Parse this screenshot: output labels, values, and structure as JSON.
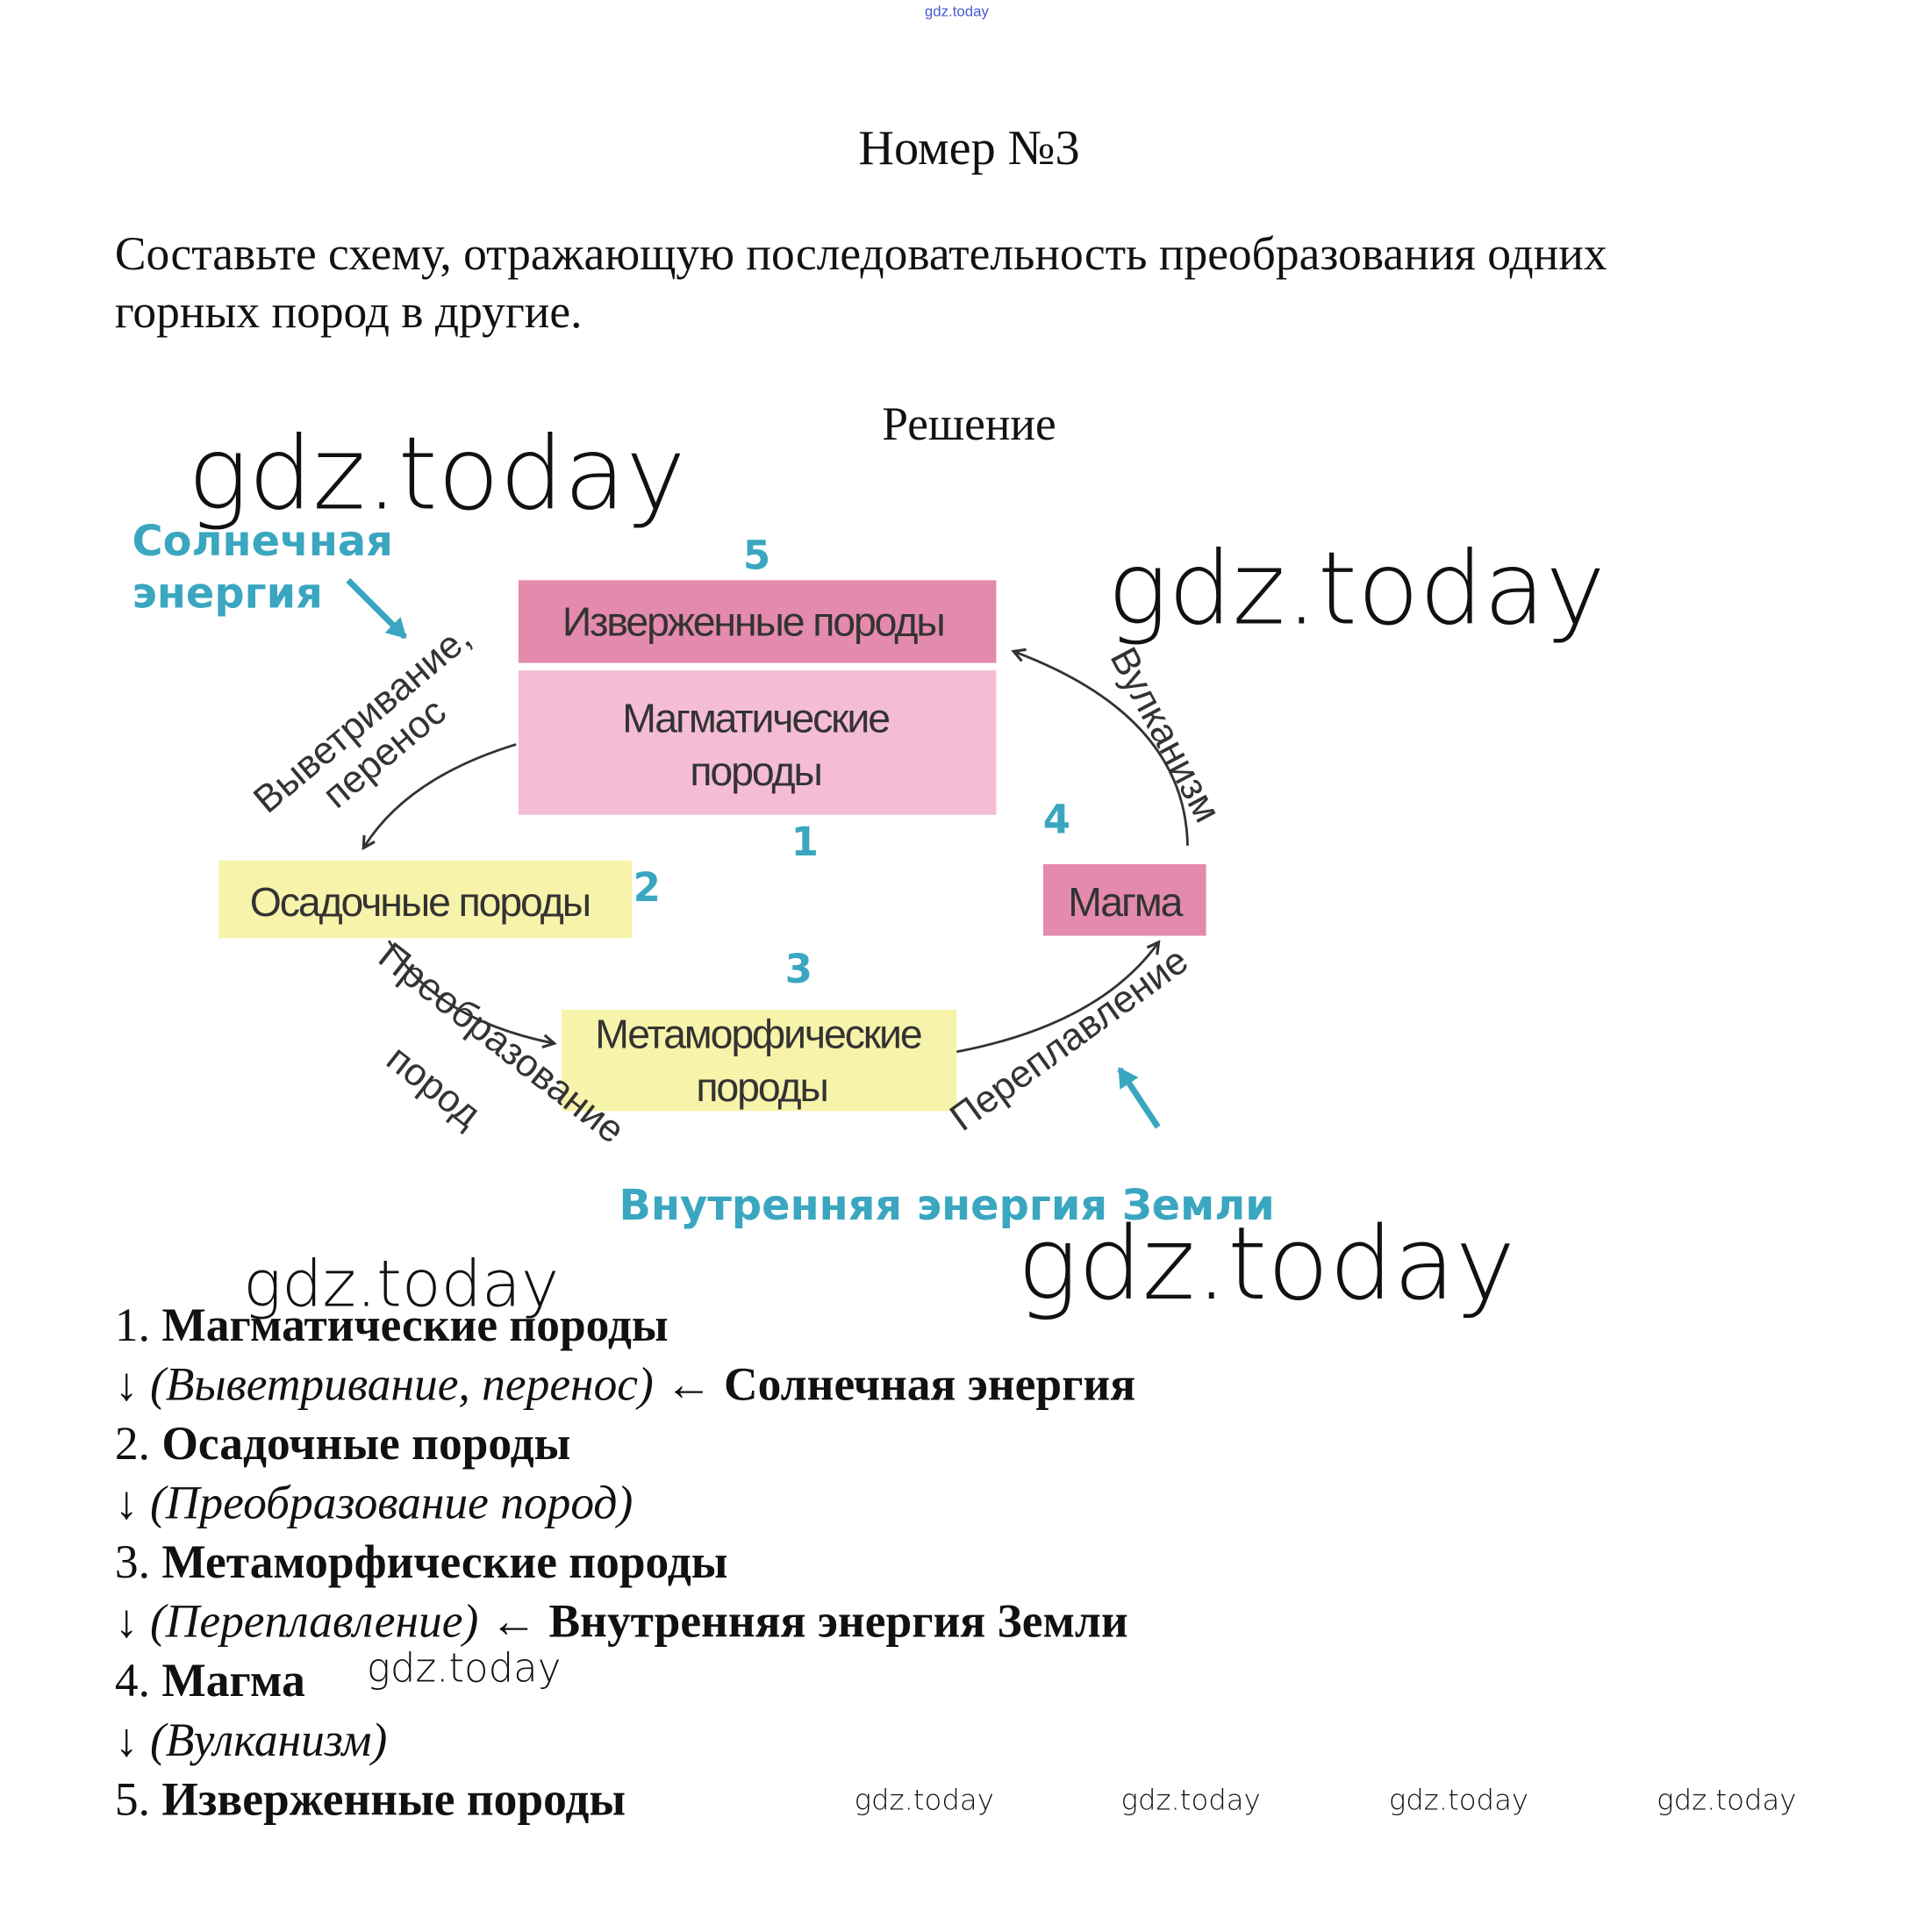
{
  "header": {
    "watermark_top": "gdz.today",
    "title": "Номер №3"
  },
  "task": {
    "lines": [
      "Составьте схему, отражающую последовательность преобразования одних",
      "горных пород в другие."
    ]
  },
  "solution_label": "Решение",
  "diagram": {
    "igneous_erupted": "Изверженные породы",
    "magmatic": [
      "Магматические",
      "породы"
    ],
    "sedimentary": "Осадочные породы",
    "magma": "Магма",
    "metamorphic": [
      "Метаморфические",
      "породы"
    ],
    "numbers": [
      "1",
      "2",
      "3",
      "4",
      "5"
    ],
    "solar_energy": [
      "Солнечная",
      "энергия"
    ],
    "inner_energy": "Внутренняя энергия Земли",
    "weathering": [
      "Выветривание,",
      "перенос"
    ],
    "transformation": [
      "Преобразование",
      "пород"
    ],
    "remelting": "Переплавление",
    "volcanism": "Вулканизм",
    "colors": {
      "accent": "#3aa6c0",
      "pink_dark": "#e48aad",
      "pink_light": "#f4bdd5",
      "yellow": "#f7f3aa"
    }
  },
  "list": [
    {
      "num": "1.",
      "bold": "Магматические породы"
    },
    {
      "arrow": "↓",
      "italic": "(Выветривание, перенос)",
      "arrow2": "←",
      "bold": "Солнечная энергия"
    },
    {
      "num": "2.",
      "bold": "Осадочные породы"
    },
    {
      "arrow": "↓",
      "italic": "(Преобразование пород)"
    },
    {
      "num": "3.",
      "bold": "Метаморфические породы"
    },
    {
      "arrow": "↓",
      "italic": "(Переплавление)",
      "arrow2": "←",
      "bold": "Внутренняя энергия Земли"
    },
    {
      "num": "4.",
      "bold": "Магма"
    },
    {
      "arrow": "↓",
      "italic": "(Вулканизм)"
    },
    {
      "num": "5.",
      "bold": "Изверженные породы"
    }
  ],
  "watermarks": [
    "gdz.today",
    "gdz.today",
    "gdz.today",
    "gdz.today",
    "gdz.today",
    "gdz.today",
    "gdz.today",
    "gdz.today",
    "gdz.today",
    "gdz.today"
  ]
}
